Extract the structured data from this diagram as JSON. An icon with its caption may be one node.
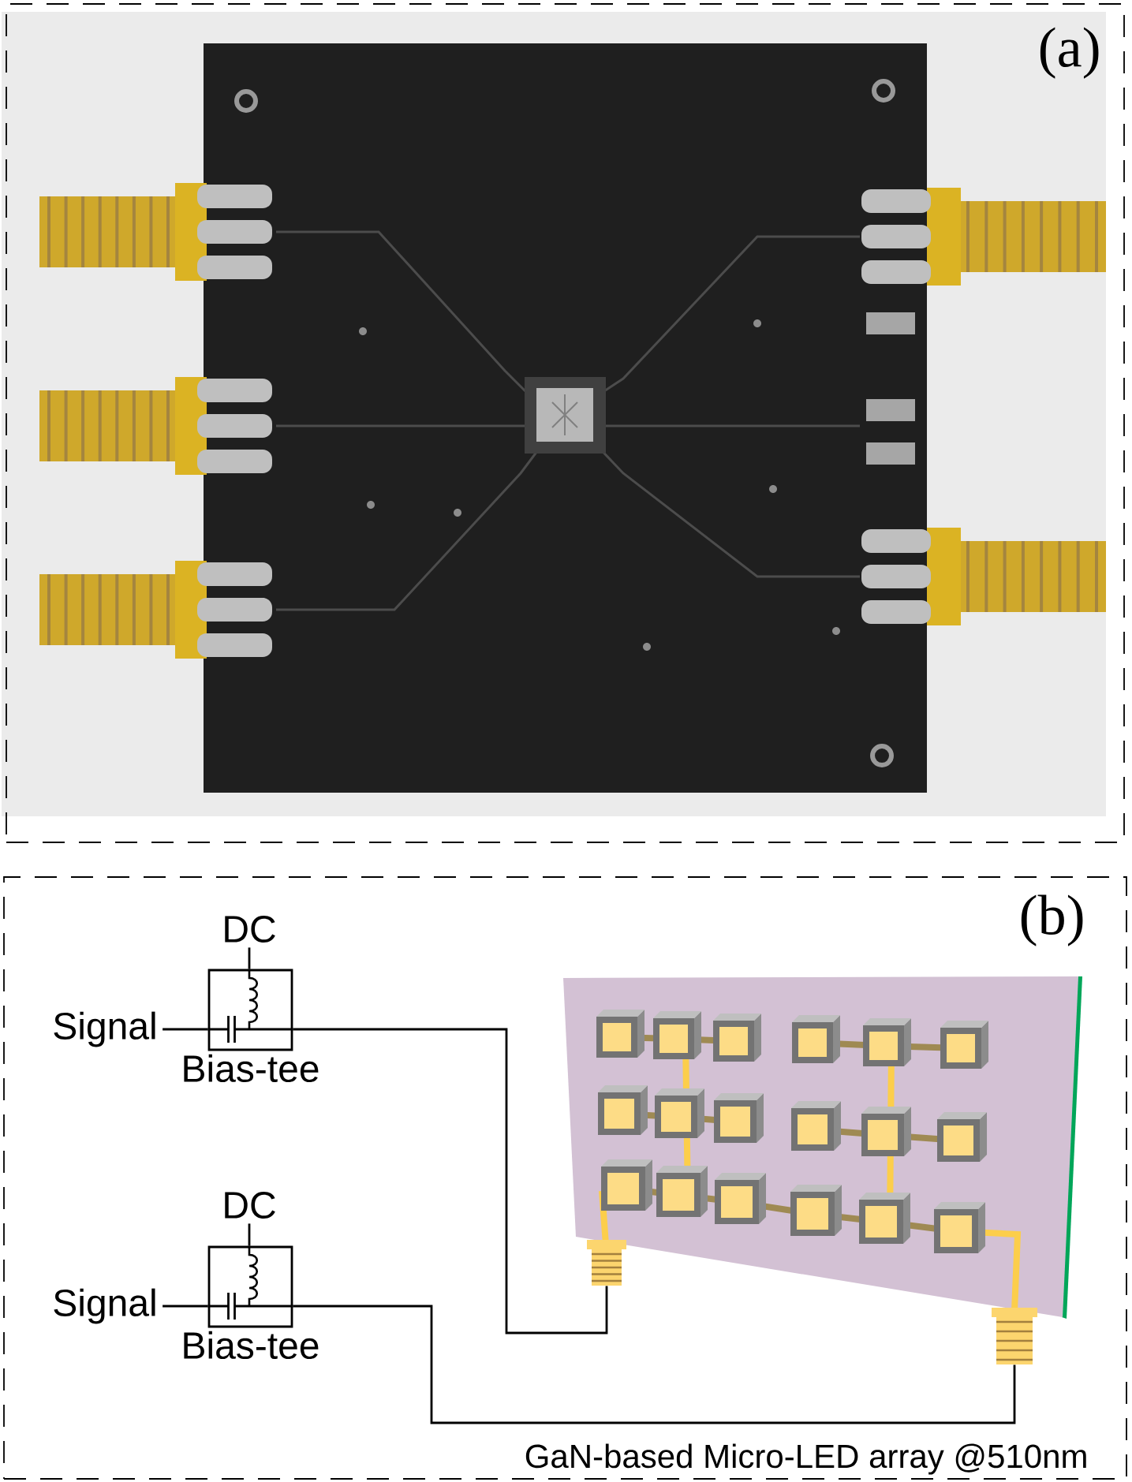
{
  "diagram": {
    "nodes": [
      {
        "text": [
          "(a)"
        ]
      },
      {
        "text": [
          "(b)"
        ]
      },
      {
        "text": [
          "Signal"
        ],
        "in": 1
      },
      {
        "text": [
          "DC"
        ],
        "in": 1
      },
      {
        "text": [
          "Bias-tee"
        ],
        "in": 1
      },
      {
        "text": [
          "Signal"
        ],
        "in": 1
      },
      {
        "text": [
          "DC"
        ],
        "in": 1
      },
      {
        "text": [
          "Bias-tee"
        ],
        "in": 1
      },
      {
        "text": [],
        "shape": "picture",
        "in": 1,
        "beside": [
          "GaN-based Micro-LED array @510nm"
        ]
      },
      {
        "text": [],
        "shape": "connector",
        "in": 1
      },
      {
        "text": [],
        "shape": "connector",
        "in": 1
      }
    ],
    "edges": [
      {
        "from": 2,
        "to": 4,
        "arrow": "none"
      },
      {
        "from": 3,
        "to": 4,
        "arrow": "none"
      },
      {
        "from": 4,
        "to": 9,
        "arrow": "none"
      },
      {
        "from": 5,
        "to": 7,
        "arrow": "none"
      },
      {
        "from": 6,
        "to": 7,
        "arrow": "none"
      },
      {
        "from": 7,
        "to": 10,
        "arrow": "none"
      }
    ]
  }
}
